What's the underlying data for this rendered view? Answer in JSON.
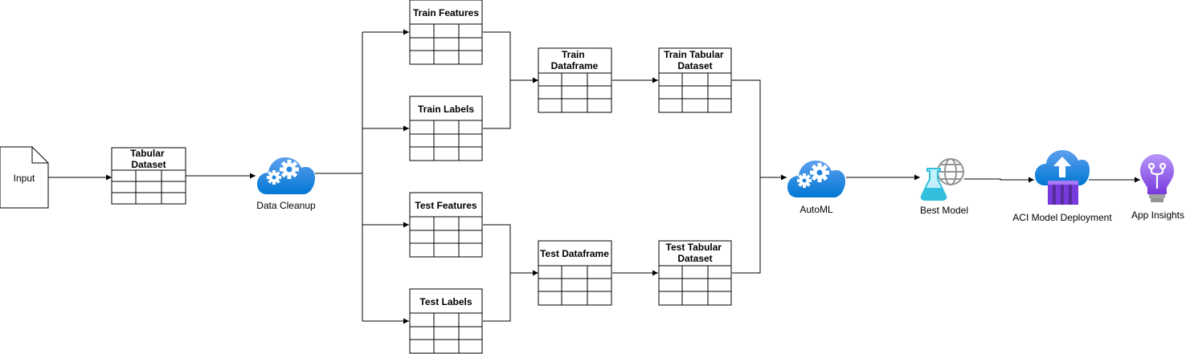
{
  "input_doc": {
    "label": "Input"
  },
  "tables": {
    "tabular_dataset": {
      "title_lines": [
        "Tabular",
        "Dataset"
      ]
    },
    "train_features": {
      "title_lines": [
        "Train Features"
      ]
    },
    "train_labels": {
      "title_lines": [
        "Train Labels"
      ]
    },
    "test_features": {
      "title_lines": [
        "Test Features"
      ]
    },
    "test_labels": {
      "title_lines": [
        "Test Labels"
      ]
    },
    "train_dataframe": {
      "title_lines": [
        "Train",
        "Dataframe"
      ]
    },
    "test_dataframe": {
      "title_lines": [
        "Test Dataframe"
      ]
    },
    "train_tabular_dataset": {
      "title_lines": [
        "Train Tabular",
        "Dataset"
      ]
    },
    "test_tabular_dataset": {
      "title_lines": [
        "Test Tabular",
        "Dataset"
      ]
    }
  },
  "services": {
    "data_cleanup": {
      "label": "Data Cleanup",
      "icon": "cloud-gears-icon"
    },
    "automl": {
      "label": "AutoML",
      "icon": "cloud-gears-icon"
    },
    "best_model": {
      "label": "Best Model",
      "icon": "flask-globe-icon"
    },
    "aci_deployment": {
      "label": "ACI Model Deployment",
      "icon": "cloud-upload-container-icon"
    },
    "app_insights": {
      "label": "App Insights",
      "icon": "lightbulb-icon"
    }
  },
  "colors": {
    "stroke": "#000000",
    "cloud_light": "#5ea0ef",
    "cloud_dark": "#0078d4",
    "flask": "#32bedd",
    "globe": "#949494",
    "container": "#773adc",
    "bulb": "#8661c5"
  }
}
